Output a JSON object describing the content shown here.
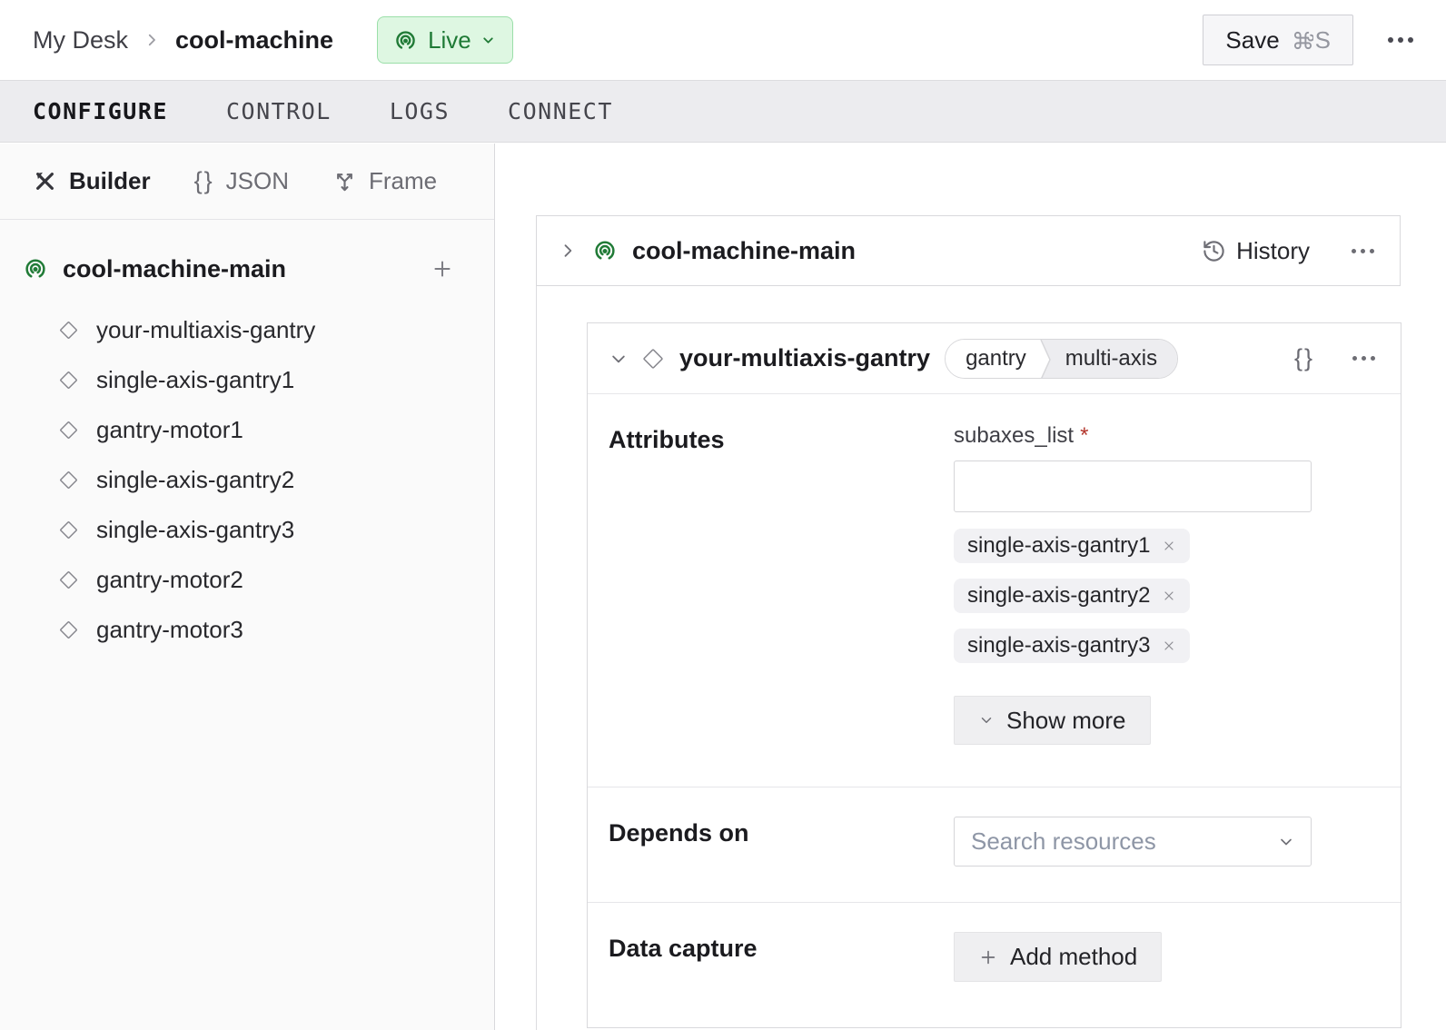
{
  "header": {
    "breadcrumb": {
      "parent": "My Desk",
      "current": "cool-machine"
    },
    "live_badge": {
      "label": "Live"
    },
    "save_button": {
      "label": "Save",
      "shortcut_key": "S"
    }
  },
  "tabs": {
    "configure": "CONFIGURE",
    "control": "CONTROL",
    "logs": "LOGS",
    "connect": "CONNECT"
  },
  "sidebar": {
    "modes": {
      "builder": "Builder",
      "json": "JSON",
      "frame": "Frame"
    },
    "tree": {
      "root_label": "cool-machine-main",
      "items": [
        "your-multiaxis-gantry",
        "single-axis-gantry1",
        "gantry-motor1",
        "single-axis-gantry2",
        "single-axis-gantry3",
        "gantry-motor2",
        "gantry-motor3"
      ]
    }
  },
  "main": {
    "part_header": {
      "title": "cool-machine-main",
      "history_label": "History"
    },
    "component_card": {
      "title": "your-multiaxis-gantry",
      "badges": {
        "type": "gantry",
        "model": "multi-axis"
      },
      "attributes": {
        "section_label": "Attributes",
        "field_label": "subaxes_list",
        "required_marker": "*",
        "input_value": "",
        "tags": [
          "single-axis-gantry1",
          "single-axis-gantry2",
          "single-axis-gantry3"
        ],
        "show_more_label": "Show more"
      },
      "depends_on": {
        "section_label": "Depends on",
        "search_placeholder": "Search resources"
      },
      "data_capture": {
        "section_label": "Data capture",
        "add_method_label": "Add method"
      }
    }
  },
  "colors": {
    "accent_green": "#217b37",
    "live_badge_bg": "#def7e2",
    "live_badge_border": "#9bdfa9",
    "required_red": "#b3362c",
    "card_border": "#d9d9dc"
  }
}
